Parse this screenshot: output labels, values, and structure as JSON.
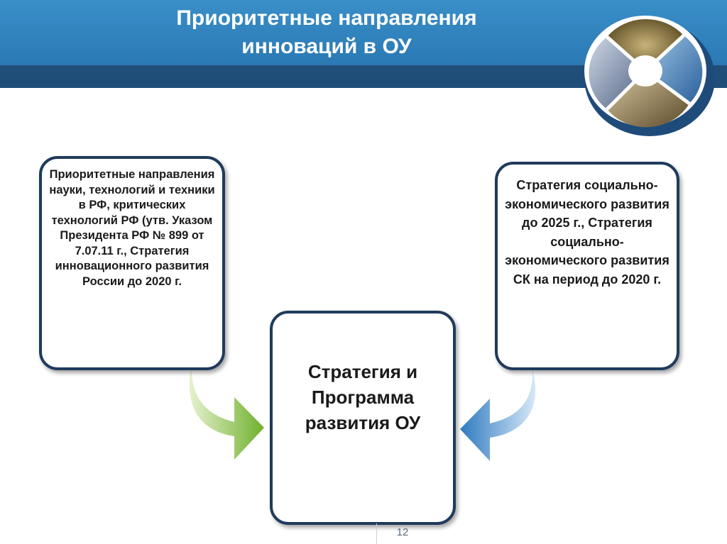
{
  "slide": {
    "title_line1": "Приоритетные направления",
    "title_line2": "инноваций в ОУ",
    "page_number": "12"
  },
  "boxes": {
    "left": "Приоритетные направления науки, технологий и техники в РФ, критических технологий РФ (утв. Указом Президента РФ № 899 от 7.07.11 г., Стратегия инновационного развития России до 2020 г.",
    "right": "Стратегия социально-экономического развития до 2025 г., Стратегия социально-экономического развития СК на период до 2020 г.",
    "center": "Стратегия и Программа развития ОУ"
  },
  "colors": {
    "header_blue": "#2f84c0",
    "header_band": "#1f4e79",
    "box_border": "#1f3b5c",
    "left_arrow": "#7fb83a",
    "right_arrow": "#3b86c6"
  },
  "icons": {
    "emblem": "circular-photo-collage-icon",
    "left_arrow": "curved-arrow-right-icon",
    "right_arrow": "curved-arrow-left-icon"
  }
}
